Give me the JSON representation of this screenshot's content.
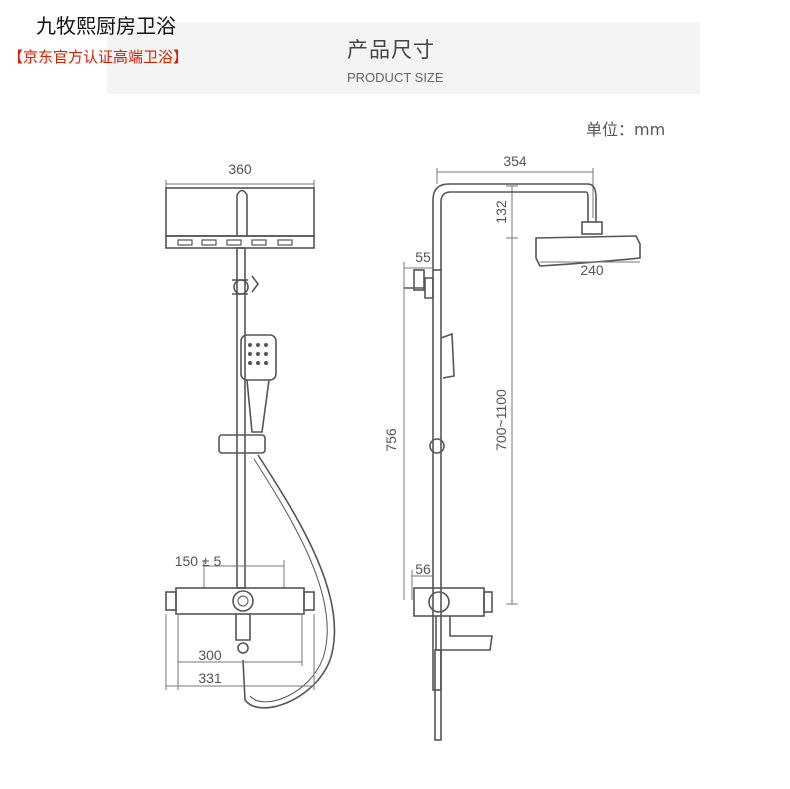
{
  "header": {
    "store_name": "九牧熙厨房卫浴",
    "store_tag": "【京东官方认证高端卫浴】",
    "title": "产品尺寸",
    "subtitle": "PRODUCT SIZE",
    "unit": "单位：mm"
  },
  "front_view": {
    "width_label": "360",
    "valve_gap_label": "150 ± 5",
    "inner_width_label": "300",
    "outer_width_label": "331"
  },
  "side_view": {
    "arm_length_label": "354",
    "arm_height_label": "132",
    "head_size_label": "240",
    "wall_offset_top_label": "55",
    "wall_offset_bottom_label": "56",
    "bracket_distance_label": "756",
    "height_range_label": "700~1100"
  }
}
